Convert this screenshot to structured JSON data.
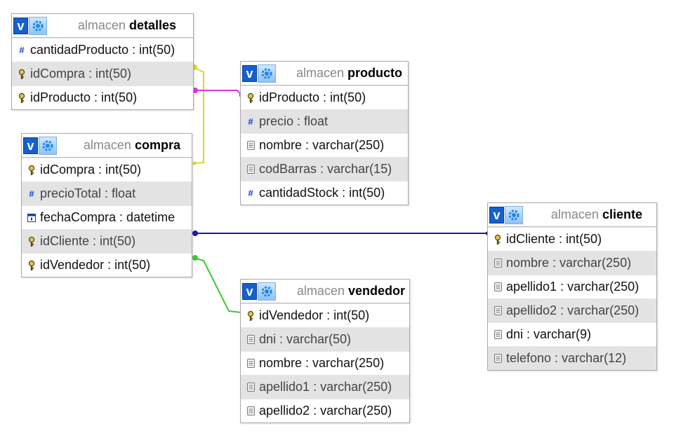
{
  "colors": {
    "detalles_compra": "#d8d82a",
    "detalles_producto": "#d838d8",
    "compra_cliente": "#1a1aa8",
    "compra_vendedor": "#38c838"
  },
  "icons": {
    "table_menu": "v-toggle-icon",
    "table_options": "gear-icon",
    "key_column": "key-icon",
    "numeric_column": "hash-icon",
    "text_column": "text-field-icon",
    "date_column": "calendar-icon"
  },
  "tables": {
    "detalles": {
      "db": "almacen",
      "name": "detalles",
      "columns": [
        {
          "text": "cantidadProducto : int(50)",
          "icon": "hash"
        },
        {
          "text": "idCompra : int(50)",
          "icon": "key"
        },
        {
          "text": "idProducto : int(50)",
          "icon": "key"
        }
      ]
    },
    "producto": {
      "db": "almacen",
      "name": "producto",
      "columns": [
        {
          "text": "idProducto : int(50)",
          "icon": "key"
        },
        {
          "text": "precio : float",
          "icon": "hash"
        },
        {
          "text": "nombre : varchar(250)",
          "icon": "text"
        },
        {
          "text": "codBarras : varchar(15)",
          "icon": "text"
        },
        {
          "text": "cantidadStock : int(50)",
          "icon": "hash"
        }
      ]
    },
    "compra": {
      "db": "almacen",
      "name": "compra",
      "columns": [
        {
          "text": "idCompra : int(50)",
          "icon": "key"
        },
        {
          "text": "precioTotal : float",
          "icon": "hash"
        },
        {
          "text": "fechaCompra : datetime",
          "icon": "date"
        },
        {
          "text": "idCliente : int(50)",
          "icon": "key"
        },
        {
          "text": "idVendedor : int(50)",
          "icon": "key"
        }
      ]
    },
    "cliente": {
      "db": "almacen",
      "name": "cliente",
      "columns": [
        {
          "text": "idCliente : int(50)",
          "icon": "key"
        },
        {
          "text": "nombre : varchar(250)",
          "icon": "text"
        },
        {
          "text": "apellido1 : varchar(250)",
          "icon": "text"
        },
        {
          "text": "apellido2 : varchar(250)",
          "icon": "text"
        },
        {
          "text": "dni : varchar(9)",
          "icon": "text"
        },
        {
          "text": "telefono : varchar(12)",
          "icon": "text"
        }
      ]
    },
    "vendedor": {
      "db": "almacen",
      "name": "vendedor",
      "columns": [
        {
          "text": "idVendedor : int(50)",
          "icon": "key"
        },
        {
          "text": "dni : varchar(50)",
          "icon": "text"
        },
        {
          "text": "nombre : varchar(250)",
          "icon": "text"
        },
        {
          "text": "apellido1 : varchar(250)",
          "icon": "text"
        },
        {
          "text": "apellido2 : varchar(250)",
          "icon": "text"
        }
      ]
    }
  }
}
